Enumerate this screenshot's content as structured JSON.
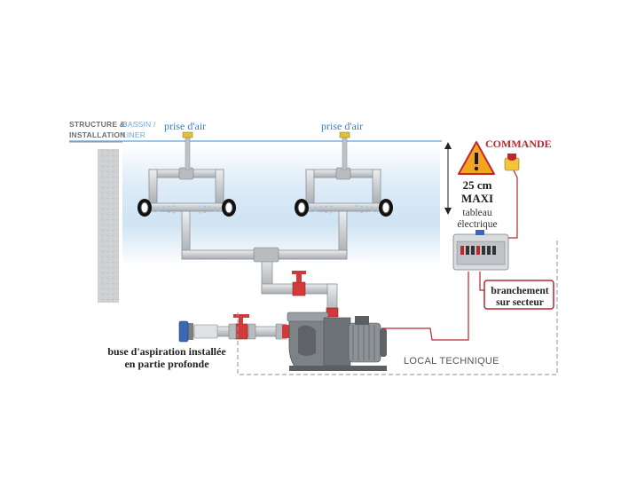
{
  "labels": {
    "structure_line1": "STRUCTURE &",
    "structure_line2": "INSTALLATION",
    "bassin_line1": "BASSIN /",
    "bassin_line2": "LINER",
    "prise_air_left": "prise d'air",
    "prise_air_right": "prise d'air",
    "commande": "COMMANDE",
    "depth_line1": "25 cm",
    "depth_line2": "MAXI",
    "tableau_line1": "tableau",
    "tableau_line2": "électrique",
    "branchement_line1": "branchement",
    "branchement_line2": "sur secteur",
    "buse_line1": "buse d'aspiration installée",
    "buse_line2": "en partie profonde",
    "local_technique": "LOCAL TECHNIQUE"
  },
  "colors": {
    "water": "#dcebf7",
    "water_line": "#7ab0dd",
    "pipe": "#d7d9db",
    "pipe_outline": "#8e9194",
    "valve": "#d23a3a",
    "cable": "#b6272d",
    "warning": "#f2a51f",
    "wall": "#cfd0d1"
  },
  "icons": [
    "warning-icon",
    "push-button-icon",
    "jet-nozzle-icon",
    "air-intake-icon",
    "valve-icon",
    "pump-icon",
    "electrical-panel-icon",
    "suction-nozzle-icon"
  ]
}
